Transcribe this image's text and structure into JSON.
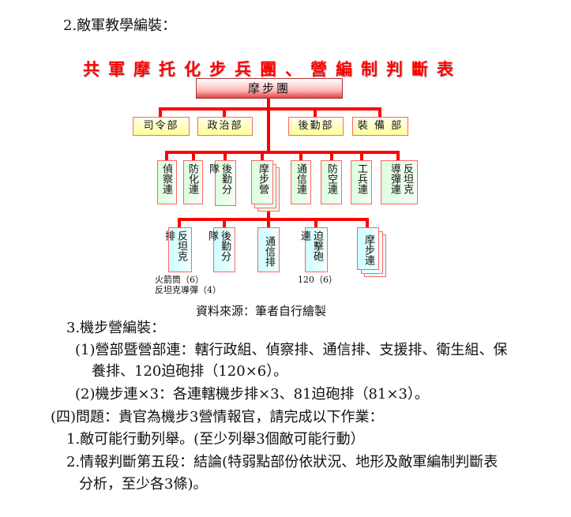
{
  "heading": "2.敵軍教學編裝：",
  "chart": {
    "title": "共軍摩托化步兵團、營編制判斷表",
    "root": "摩步團",
    "level1": [
      "司令部",
      "政治部",
      "後勤部",
      "裝 備 部"
    ],
    "level2": [
      "偵察連",
      "防化連",
      "後勤分隊",
      "摩步營",
      "通信連",
      "防空連",
      "工兵連",
      "反坦克導彈連"
    ],
    "level3": [
      "反坦克排",
      "後勤分隊",
      "通信排",
      "迫擊砲連",
      "摩步連"
    ],
    "notes": {
      "at": "火箭筒（6）",
      "atgm": "反坦克導彈（4）",
      "mortar": "120（6）"
    },
    "source": "資料來源：筆者自行繪製"
  },
  "sections": {
    "s3": "3.機步營編裝：",
    "s3_1a": "(1)營部暨營部連：轄行政組、偵察排、通信排、支援排、衛生組、保",
    "s3_1b": "養排、120迫砲排（120×6）。",
    "s3_2": "(2)機步連×3：各連轄機步排×3、81迫砲排（81×3）。",
    "q": "(四)問題：貴官為機步3營情報官，請完成以下作業：",
    "q1": "1.敵可能行動列舉。(至少列舉3個敵可能行動）",
    "q2a": "2.情報判斷第五段：結論(特弱點部份依狀況、地形及敵軍編制判斷表",
    "q2b": "分析，至少各3條)。"
  }
}
